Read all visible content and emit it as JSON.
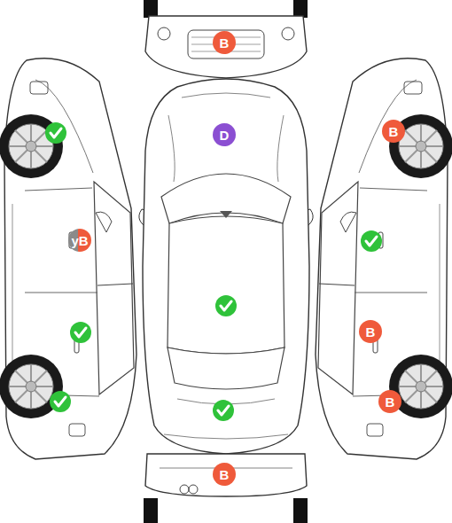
{
  "diagram": {
    "nodes": [
      {
        "text": [
          "B"
        ]
      },
      {
        "text": [
          "B"
        ]
      },
      {
        "text": [
          "D"
        ]
      },
      {
        "text": [
          "yB"
        ]
      },
      {
        "text": [
          "B"
        ]
      },
      {
        "text": [
          "B"
        ]
      },
      {
        "text": [
          "B"
        ]
      }
    ]
  }
}
